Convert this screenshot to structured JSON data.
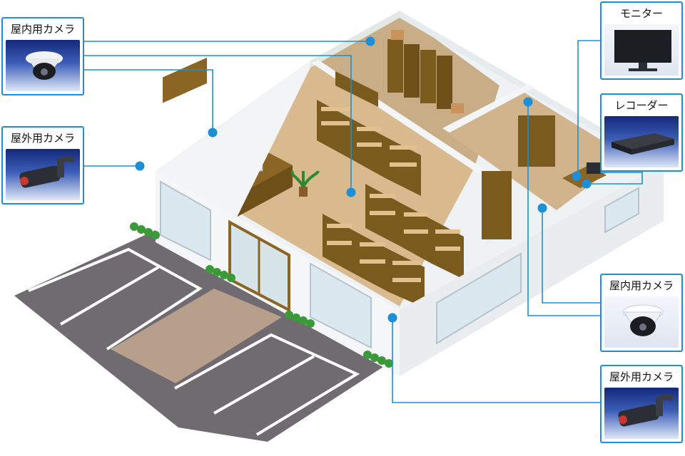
{
  "cards": {
    "indoor_camera_left": "屋内用カメラ",
    "outdoor_camera_left": "屋外用カメラ",
    "monitor": "モニター",
    "recorder": "レコーダー",
    "indoor_camera_right": "屋内用カメラ",
    "outdoor_camera_right": "屋外用カメラ"
  },
  "colors": {
    "connector": "#1c8fd6",
    "card_border": "#1c8fd6",
    "floor": "#d9b98e",
    "shelf": "#7a5a1d",
    "asphalt": "#6f6b70",
    "wall": "#f4f6f8"
  }
}
